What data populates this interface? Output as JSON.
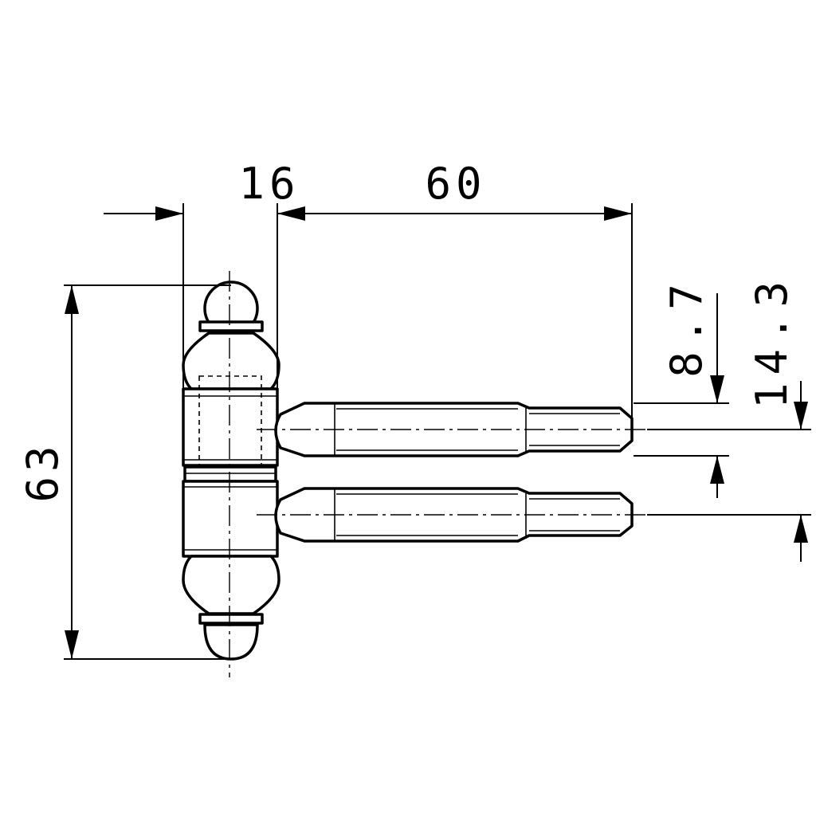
{
  "drawing": {
    "dimensions": {
      "head_width": "16",
      "pin_length": "60",
      "total_height": "63",
      "pin_diameter": "8.7",
      "pin_spacing": "14.3"
    }
  }
}
